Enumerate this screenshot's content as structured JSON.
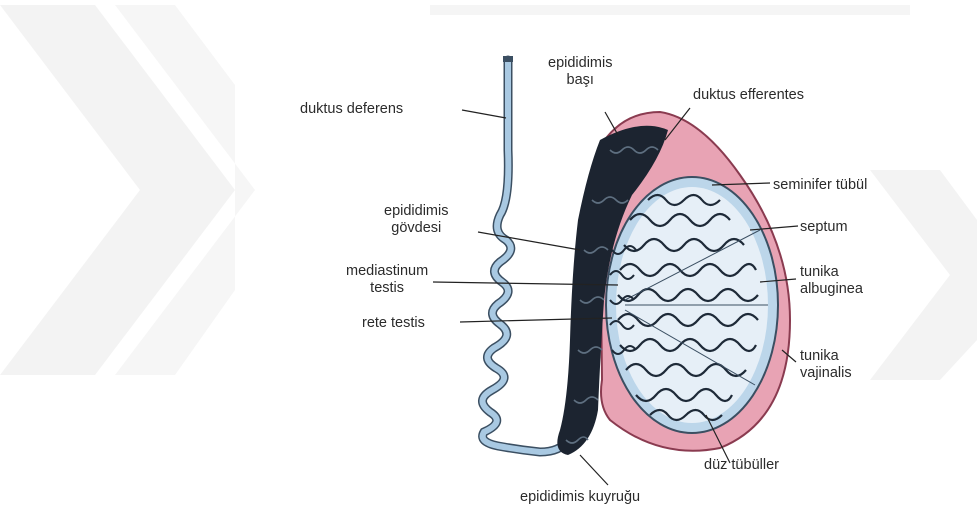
{
  "labels": {
    "duktus_deferens": "duktus deferens",
    "epididimis_basi_1": "epididimis",
    "epididimis_basi_2": "başı",
    "duktus_efferentes": "duktus efferentes",
    "seminifer_tubul": "seminifer tübül",
    "septum": "septum",
    "epididimis_govdesi_1": "epididimis",
    "epididimis_govdesi_2": "gövdesi",
    "mediastinum_1": "mediastinum",
    "mediastinum_2": "testis",
    "tunika_albuginea_1": "tunika",
    "tunika_albuginea_2": "albuginea",
    "rete_testis": "rete testis",
    "tunika_vajinalis_1": "tunika",
    "tunika_vajinalis_2": "vajinalis",
    "duz_tubuller": "düz tübüller",
    "epididimis_kuyrugu": "epididimis kuyruğu"
  },
  "colors": {
    "watermark": "#f2f2f2",
    "tunica_vaginalis": "#e8a3b4",
    "tunica_outline": "#8a3b50",
    "albuginea": "#bcd6ea",
    "lobule_fill": "#e6eff7",
    "tubules": "#1e2a38",
    "epididymis": "#1c2430",
    "ductus": "#a9c9e2",
    "ductus_outline": "#3b4f62",
    "leader": "#222222"
  }
}
